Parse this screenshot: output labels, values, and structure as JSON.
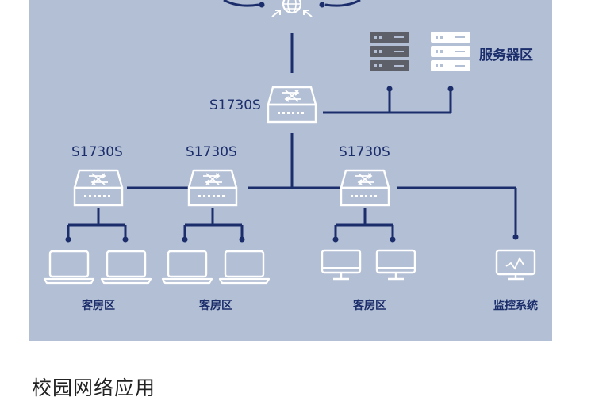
{
  "colors": {
    "panel_bg": "#b3bfd4",
    "line": "#1b2d6b",
    "device_stroke": "#ffffff",
    "server_dark": "#5d6068",
    "server_light": "#ffffff"
  },
  "diagram": {
    "core_switch": {
      "label": "S1730S",
      "icon": "network-switch-icon"
    },
    "internet_icon": "globe-icon",
    "access_switches": [
      {
        "label": "S1730S",
        "icon": "network-switch-icon"
      },
      {
        "label": "S1730S",
        "icon": "network-switch-icon"
      },
      {
        "label": "S1730S",
        "icon": "network-switch-icon"
      }
    ],
    "server_zone": {
      "label": "服务器区",
      "icons": [
        "server-rack-icon",
        "server-rack-icon"
      ]
    },
    "zones": [
      {
        "label": "客房区",
        "device": "laptop-icon"
      },
      {
        "label": "客房区",
        "device": "laptop-icon"
      },
      {
        "label": "客房区",
        "device": "desktop-monitor-icon"
      },
      {
        "label": "监控系统",
        "device": "monitoring-screen-icon"
      }
    ]
  },
  "caption": "校园网络应用"
}
